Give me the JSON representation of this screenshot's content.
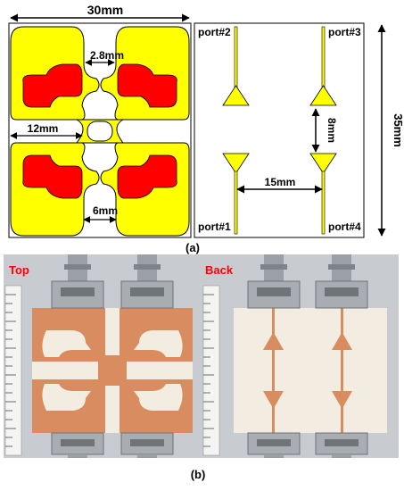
{
  "panel_a": {
    "front_view": {
      "dim_width": "30mm",
      "dim_slot_gap": "2.8mm",
      "dim_side": "12mm",
      "dim_bottom_gap": "6mm"
    },
    "back_view": {
      "port1": "port#1",
      "port2": "port#2",
      "port3": "port#3",
      "port4": "port#4",
      "dim_spacing": "8mm",
      "dim_separation": "15mm",
      "dim_height": "35mm"
    },
    "caption": "(a)"
  },
  "panel_b": {
    "top_label": "Top",
    "back_label": "Back",
    "caption": "(b)"
  },
  "colors": {
    "patch_yellow": "#ffff00",
    "slot_red": "#ff0000",
    "label_red": "#ff0000",
    "copper": "#d98c5f",
    "substrate": "#f3ece0"
  }
}
